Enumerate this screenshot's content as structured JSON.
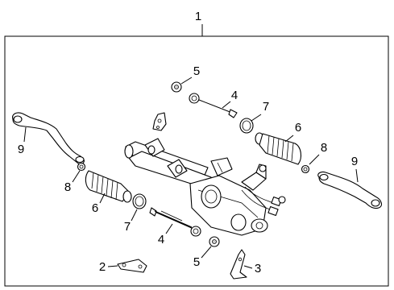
{
  "diagram": {
    "assembly_callout": "1",
    "callouts": [
      {
        "id": "inner-tie-rod-end-upper",
        "label": "4"
      },
      {
        "id": "inner-tie-rod-end-lower",
        "label": "4"
      },
      {
        "id": "bushing-upper",
        "label": "5"
      },
      {
        "id": "bushing-lower",
        "label": "5"
      },
      {
        "id": "boot-right",
        "label": "6"
      },
      {
        "id": "boot-left",
        "label": "6"
      },
      {
        "id": "clamp-upper",
        "label": "7"
      },
      {
        "id": "clamp-lower",
        "label": "7"
      },
      {
        "id": "nut-right",
        "label": "8"
      },
      {
        "id": "nut-left",
        "label": "8"
      },
      {
        "id": "outer-tie-rod-left",
        "label": "9"
      },
      {
        "id": "outer-tie-rod-right",
        "label": "9"
      },
      {
        "id": "bracket-2",
        "label": "2"
      },
      {
        "id": "bracket-3",
        "label": "3"
      }
    ]
  }
}
